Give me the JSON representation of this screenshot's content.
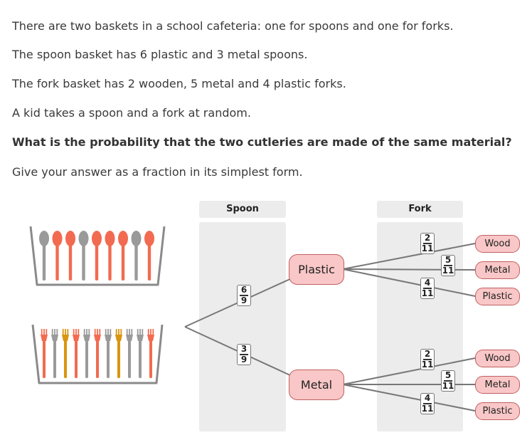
{
  "question": {
    "line1": "There are two baskets in a school cafeteria: one for spoons and one for forks.",
    "line2": "The spoon basket has 6 plastic and 3 metal spoons.",
    "line3": "The fork basket has 2 wooden, 5 metal and 4 plastic forks.",
    "line4": "A kid takes a spoon and a fork at random.",
    "line5": "What is the probability that the two cutleries are made of the same material?",
    "line6": "Give your answer as a fraction in its simplest form."
  },
  "tree": {
    "spoon_header": "Spoon",
    "fork_header": "Fork",
    "spoon_nodes": {
      "plastic": "Plastic",
      "metal": "Metal"
    },
    "spoon_probs": {
      "plastic": {
        "num": "6",
        "den": "9"
      },
      "metal": {
        "num": "3",
        "den": "9"
      }
    },
    "fork_nodes": {
      "plastic_branch": {
        "wood": "Wood",
        "metal": "Metal",
        "plastic": "Plastic"
      },
      "metal_branch": {
        "wood": "Wood",
        "metal": "Metal",
        "plastic": "Plastic"
      }
    },
    "fork_probs": {
      "plastic_branch": {
        "wood": {
          "num": "2",
          "den": "11"
        },
        "metal": {
          "num": "5",
          "den": "11"
        },
        "plastic": {
          "num": "4",
          "den": "11"
        }
      },
      "metal_branch": {
        "wood": {
          "num": "2",
          "den": "11"
        },
        "metal": {
          "num": "5",
          "den": "11"
        },
        "plastic": {
          "num": "4",
          "den": "11"
        }
      }
    }
  },
  "colors": {
    "plastic_cutlery": "#f26b50",
    "metal_cutlery": "#9a9a9a",
    "wood_cutlery": "#d9950f",
    "node_fill": "#f9c7c7",
    "node_border": "#c06060",
    "column_bg": "#ececec"
  },
  "baskets": {
    "spoons": [
      "metal",
      "plastic",
      "plastic",
      "metal",
      "plastic",
      "plastic",
      "plastic",
      "metal",
      "plastic"
    ],
    "forks": [
      "plastic",
      "metal",
      "wood",
      "plastic",
      "metal",
      "plastic",
      "metal",
      "wood",
      "metal",
      "metal",
      "plastic"
    ]
  }
}
